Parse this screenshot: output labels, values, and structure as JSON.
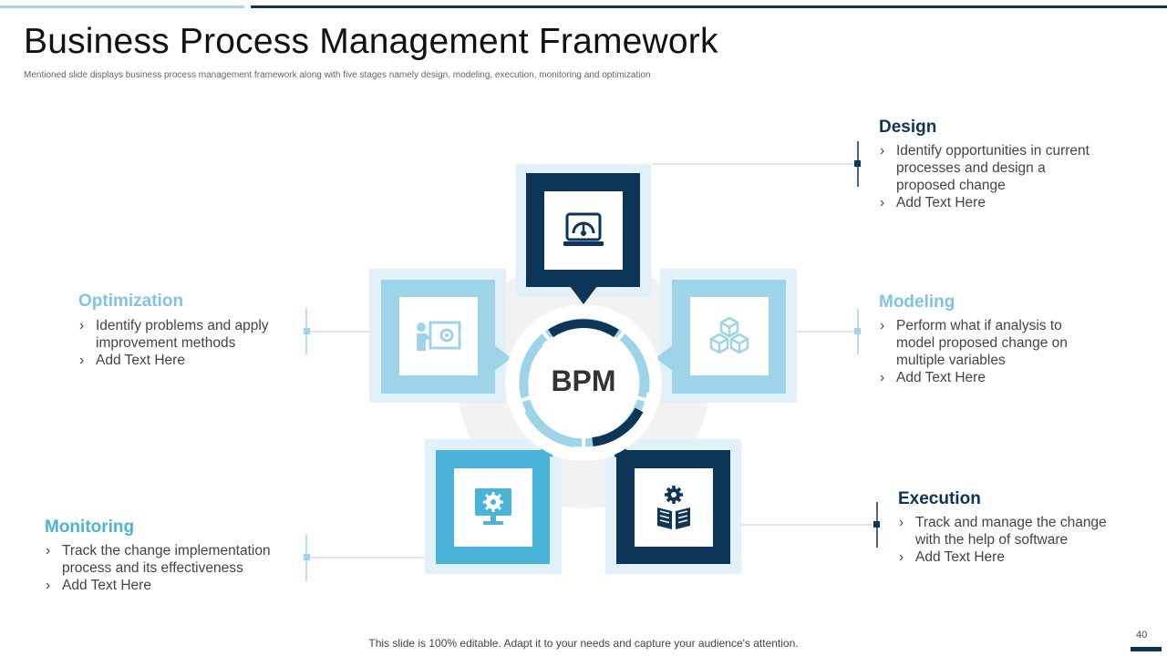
{
  "header": {
    "title": "Business Process Management Framework",
    "subtitle": "Mentioned slide displays business process management framework along with five stages namely design, modeling,  execution, monitoring  and optimization"
  },
  "center": {
    "label": "BPM"
  },
  "stages": {
    "design": {
      "title": "Design",
      "points": [
        "Identify opportunities in current processes and design a proposed change",
        "Add Text Here"
      ],
      "icon": "laptop-gauge-icon"
    },
    "modeling": {
      "title": "Modeling",
      "points": [
        "Perform what if analysis to model proposed change on multiple variables",
        "Add Text Here"
      ],
      "icon": "cubes-icon"
    },
    "execution": {
      "title": "Execution",
      "points": [
        "Track and manage the change with the help of software",
        "Add Text Here"
      ],
      "icon": "gear-book-icon"
    },
    "monitoring": {
      "title": "Monitoring",
      "points": [
        "Track the change implementation process and its effectiveness",
        "Add Text Here"
      ],
      "icon": "monitor-gear-icon"
    },
    "optimization": {
      "title": "Optimization",
      "points": [
        "Identify problems and apply improvement methods",
        "Add Text Here"
      ],
      "icon": "presenter-board-icon"
    }
  },
  "footer": {
    "note": "This slide is 100% editable. Adapt it to your needs and capture your audience's attention.",
    "page": "40"
  },
  "colors": {
    "dark_navy": "#0c3557",
    "light_blue": "#9dd4e9",
    "mid_blue": "#4ab3d8",
    "pale_blue": "#e1f1f9",
    "accent_heading": "#7fc4e2"
  }
}
